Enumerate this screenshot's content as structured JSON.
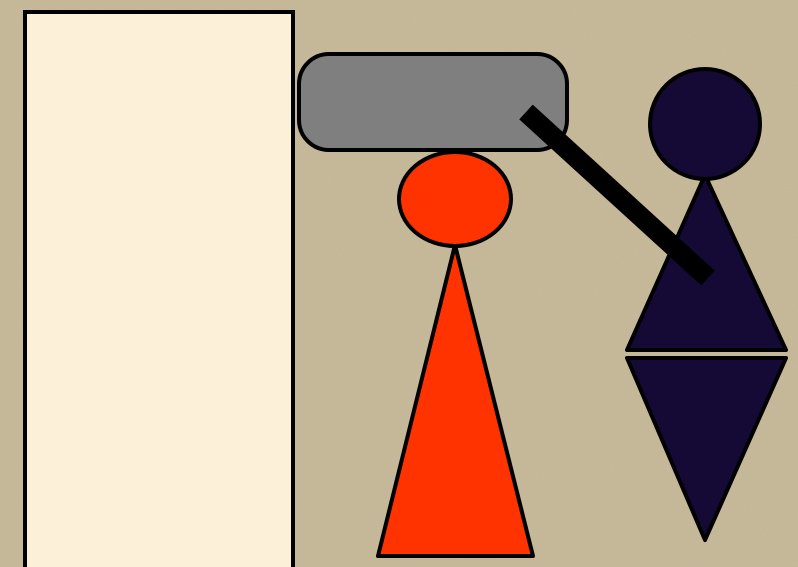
{
  "colors": {
    "background": "#c9bb9a",
    "background_speckle": "#b7a887",
    "door_panel": "#fdf0d8",
    "outline": "#000000",
    "gray_bar": "#7f7f7f",
    "red_figure": "#ff3300",
    "navy_figure": "#140a35",
    "pole": "#000000"
  },
  "scene": {
    "panel": "door-panel",
    "bar": "gray-rounded-bar",
    "figures": [
      "red-figure",
      "navy-figure"
    ],
    "stick": "black-pole"
  }
}
